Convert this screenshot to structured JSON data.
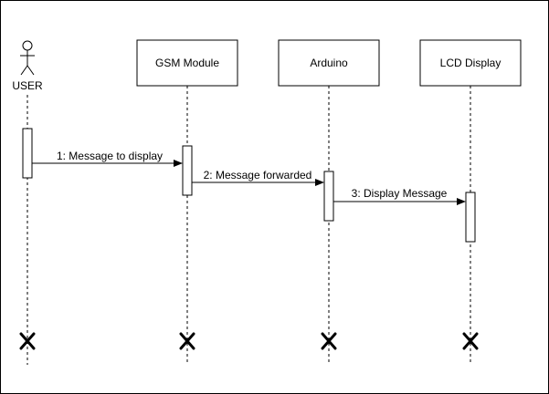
{
  "actor": {
    "label": "USER"
  },
  "participants": [
    "GSM Module",
    "Arduino",
    "LCD Display"
  ],
  "messages": [
    "1: Message to display",
    "2: Message forwarded",
    "3: Display Message"
  ]
}
